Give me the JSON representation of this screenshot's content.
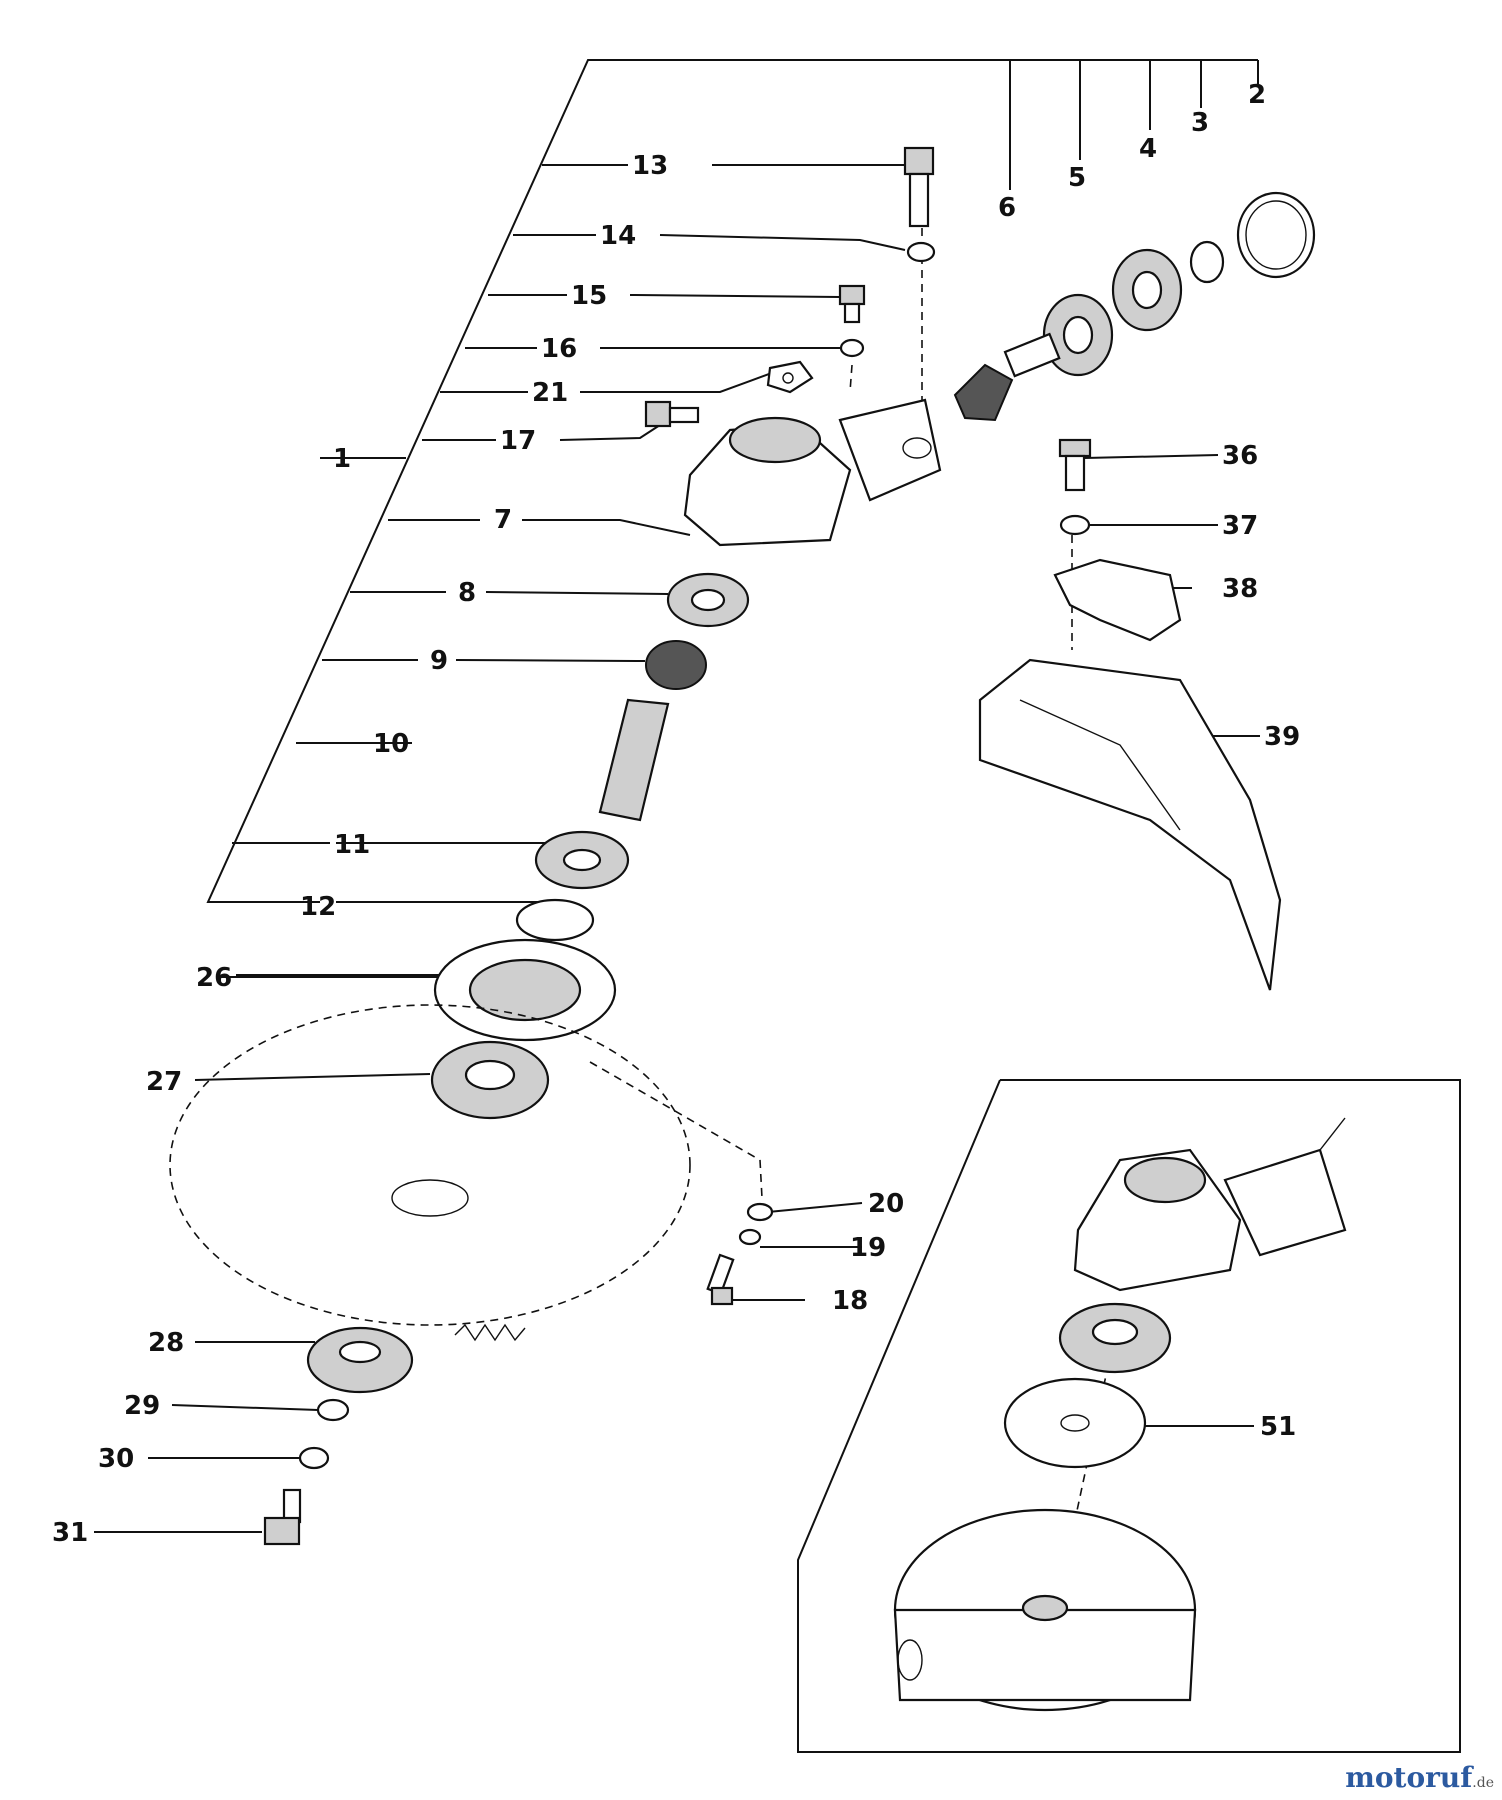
{
  "callouts": {
    "c1": "1",
    "c2": "2",
    "c3": "3",
    "c4": "4",
    "c5": "5",
    "c6": "6",
    "c7": "7",
    "c8": "8",
    "c9": "9",
    "c10": "10",
    "c11": "11",
    "c12": "12",
    "c13": "13",
    "c14": "14",
    "c15": "15",
    "c16": "16",
    "c17": "17",
    "c18": "18",
    "c19": "19",
    "c20": "20",
    "c21": "21",
    "c26": "26",
    "c27": "27",
    "c28": "28",
    "c29": "29",
    "c30": "30",
    "c31": "31",
    "c36": "36",
    "c37": "37",
    "c38": "38",
    "c39": "39",
    "c51": "51"
  },
  "watermark": {
    "brand": "motoruf",
    "tld": ".de"
  },
  "colors": {
    "ink": "#111111",
    "brand": "#2c5aa0"
  }
}
